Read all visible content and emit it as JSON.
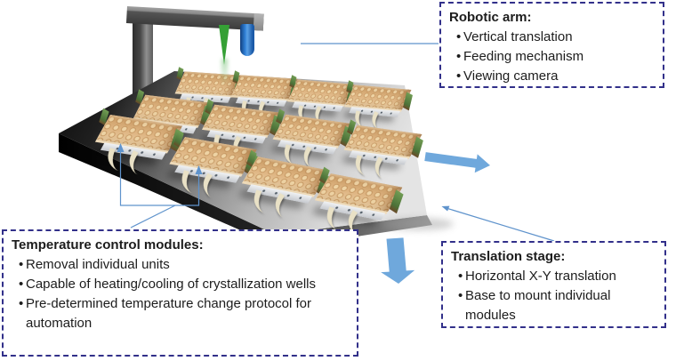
{
  "callouts": {
    "robotic_arm": {
      "title": "Robotic arm:",
      "items": [
        "Vertical translation",
        "Feeding mechanism",
        "Viewing camera"
      ]
    },
    "temperature_modules": {
      "title": "Temperature control modules:",
      "items": [
        "Removal individual units",
        "Capable of heating/cooling of crystallization wells",
        "Pre-determined temperature change protocol for automation"
      ]
    },
    "translation_stage": {
      "title": "Translation stage:",
      "items": [
        "Horizontal X-Y translation",
        "Base to mount individual modules"
      ]
    }
  },
  "scene": {
    "module_grid": {
      "rows": 3,
      "columns": 4,
      "count": 12
    },
    "icons": [
      "gantry-post",
      "gantry-beam",
      "dispenser-needle-icon",
      "camera-cylinder-icon",
      "translation-stage-platform",
      "temperature-control-module",
      "right-block-arrow-icon",
      "down-block-arrow-icon"
    ]
  },
  "colors": {
    "callout_border": "#32308a",
    "text": "#1c1c1c",
    "leader_line": "#5f93cc",
    "block_arrow": "#6fa8dc",
    "platform_dark": "#0a0a0a",
    "platform_light": "#e4e4e4",
    "module_lid_tan": "#dfb684",
    "module_base": "#e2e5e9",
    "pcb_green": "#5d8747",
    "cable_cream": "#e9e1c6",
    "needle_green": "#35a035",
    "camera_blue": "#2f80d6",
    "gantry_gray": "#474747"
  }
}
